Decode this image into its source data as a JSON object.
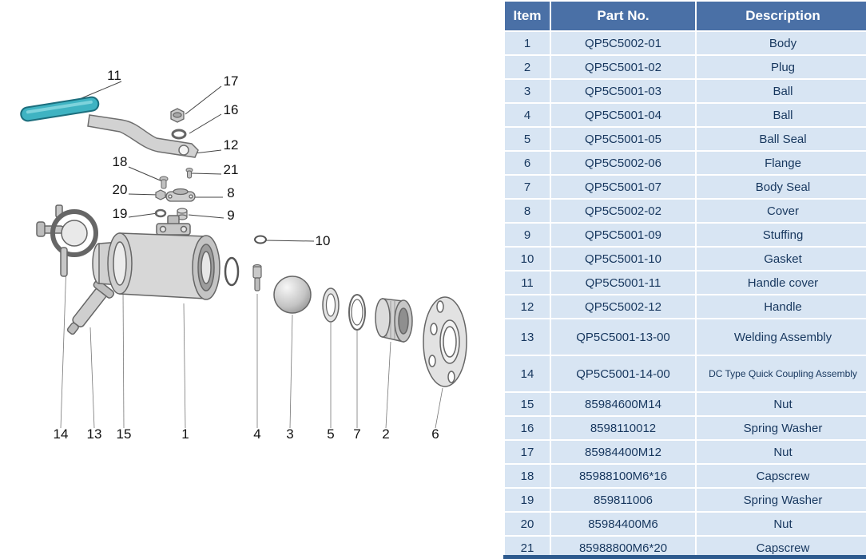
{
  "table": {
    "headers": [
      "Item",
      "Part No.",
      "Description"
    ],
    "rows": [
      {
        "item": "1",
        "part_no": "QP5C5002-01",
        "description": "Body"
      },
      {
        "item": "2",
        "part_no": "QP5C5001-02",
        "description": "Plug"
      },
      {
        "item": "3",
        "part_no": "QP5C5001-03",
        "description": "Ball"
      },
      {
        "item": "4",
        "part_no": "QP5C5001-04",
        "description": "Ball"
      },
      {
        "item": "5",
        "part_no": "QP5C5001-05",
        "description": "Ball Seal"
      },
      {
        "item": "6",
        "part_no": "QP5C5002-06",
        "description": "Flange"
      },
      {
        "item": "7",
        "part_no": "QP5C5001-07",
        "description": "Body Seal"
      },
      {
        "item": "8",
        "part_no": "QP5C5002-02",
        "description": "Cover"
      },
      {
        "item": "9",
        "part_no": "QP5C5001-09",
        "description": "Stuffing"
      },
      {
        "item": "10",
        "part_no": "QP5C5001-10",
        "description": "Gasket"
      },
      {
        "item": "11",
        "part_no": "QP5C5001-11",
        "description": "Handle cover"
      },
      {
        "item": "12",
        "part_no": "QP5C5002-12",
        "description": "Handle"
      },
      {
        "item": "13",
        "part_no": "QP5C5001-13-00",
        "description": "Welding Assembly"
      },
      {
        "item": "14",
        "part_no": "QP5C5001-14-00",
        "description": "DC Type Quick Coupling Assembly"
      },
      {
        "item": "15",
        "part_no": "85984600M14",
        "description": "Nut"
      },
      {
        "item": "16",
        "part_no": "8598110012",
        "description": "Spring Washer"
      },
      {
        "item": "17",
        "part_no": "85984400M12",
        "description": "Nut"
      },
      {
        "item": "18",
        "part_no": "85988100M6*16",
        "description": "Capscrew"
      },
      {
        "item": "19",
        "part_no": "859811006",
        "description": "Spring Washer"
      },
      {
        "item": "20",
        "part_no": "85984400M6",
        "description": "Nut"
      },
      {
        "item": "21",
        "part_no": "85988800M6*20",
        "description": "Capscrew"
      }
    ]
  },
  "diagram": {
    "callouts": [
      "11",
      "17",
      "16",
      "12",
      "18",
      "21",
      "20",
      "8",
      "19",
      "9",
      "10"
    ],
    "bottom_labels": [
      "14",
      "13",
      "15",
      "1",
      "4",
      "3",
      "5",
      "7",
      "2",
      "6"
    ]
  },
  "colors": {
    "table_header_bg": "#4a70a6",
    "table_row_bg": "#d8e5f3",
    "table_text": "#17375e",
    "handle_cover_teal": "#3fb3c2"
  }
}
